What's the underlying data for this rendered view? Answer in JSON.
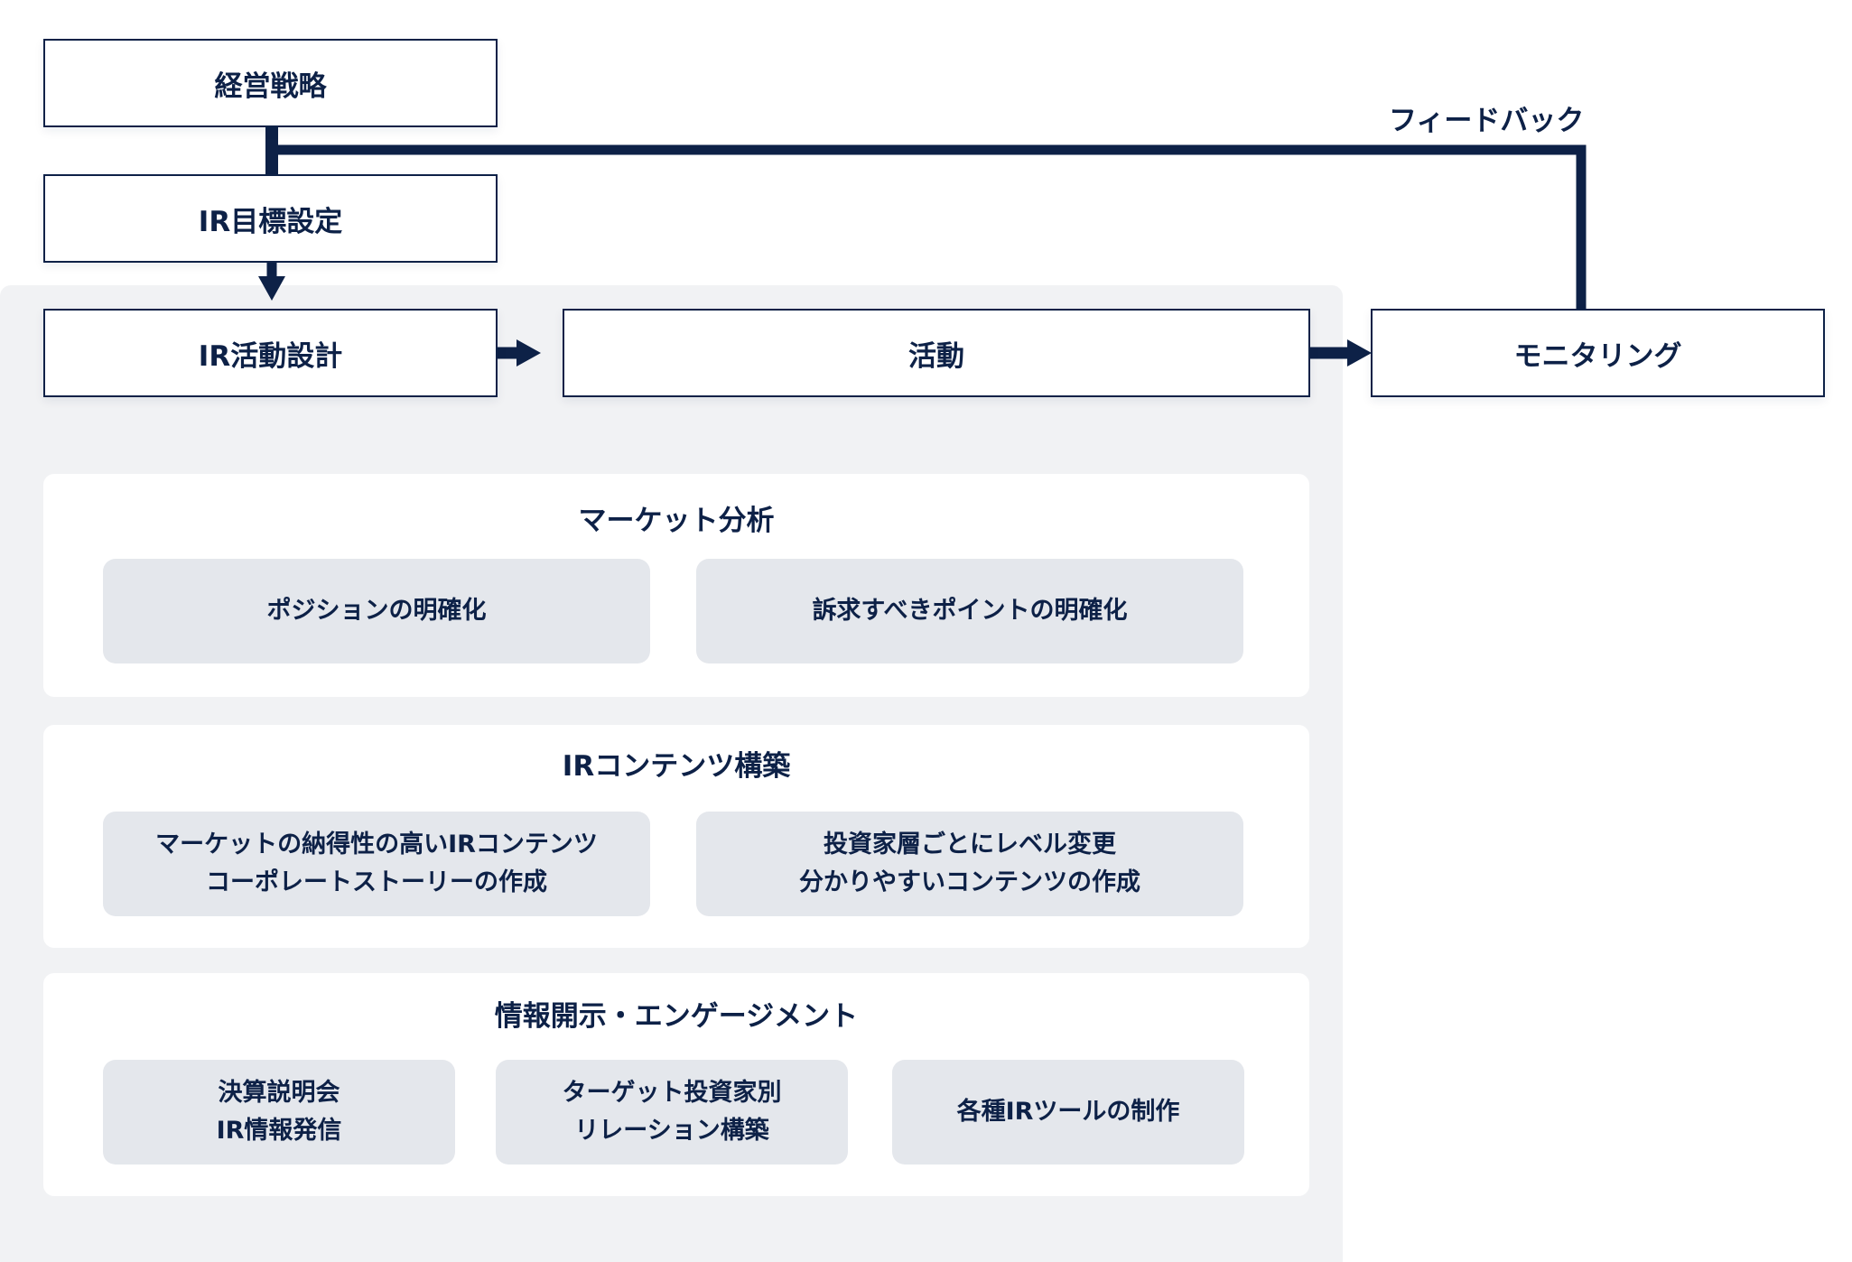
{
  "flow": {
    "strategy": "経営戦略",
    "ir_goal": "IR目標設定",
    "ir_design": "IR活動設計",
    "activity": "活動",
    "monitoring": "モニタリング",
    "feedback": "フィードバック"
  },
  "sections": {
    "market": {
      "title": "マーケット分析",
      "items": [
        {
          "lines": [
            "ポジションの明確化"
          ]
        },
        {
          "lines": [
            "訴求すべきポイントの明確化"
          ]
        }
      ]
    },
    "contents": {
      "title": "IRコンテンツ構築",
      "items": [
        {
          "lines": [
            "マーケットの納得性の高いIRコンテンツ",
            "コーポレートストーリーの作成"
          ]
        },
        {
          "lines": [
            "投資家層ごとにレベル変更",
            "分かりやすいコンテンツの作成"
          ]
        }
      ]
    },
    "disclosure": {
      "title": "情報開示・エンゲージメント",
      "items": [
        {
          "lines": [
            "決算説明会",
            "IR情報発信"
          ]
        },
        {
          "lines": [
            "ターゲット投資家別",
            "リレーション構築"
          ]
        },
        {
          "lines": [
            "各種IRツールの制作"
          ]
        }
      ]
    }
  },
  "colors": {
    "navy": "#0d2147",
    "panel_bg": "#f1f2f4",
    "item_bg": "#e4e7ec"
  }
}
